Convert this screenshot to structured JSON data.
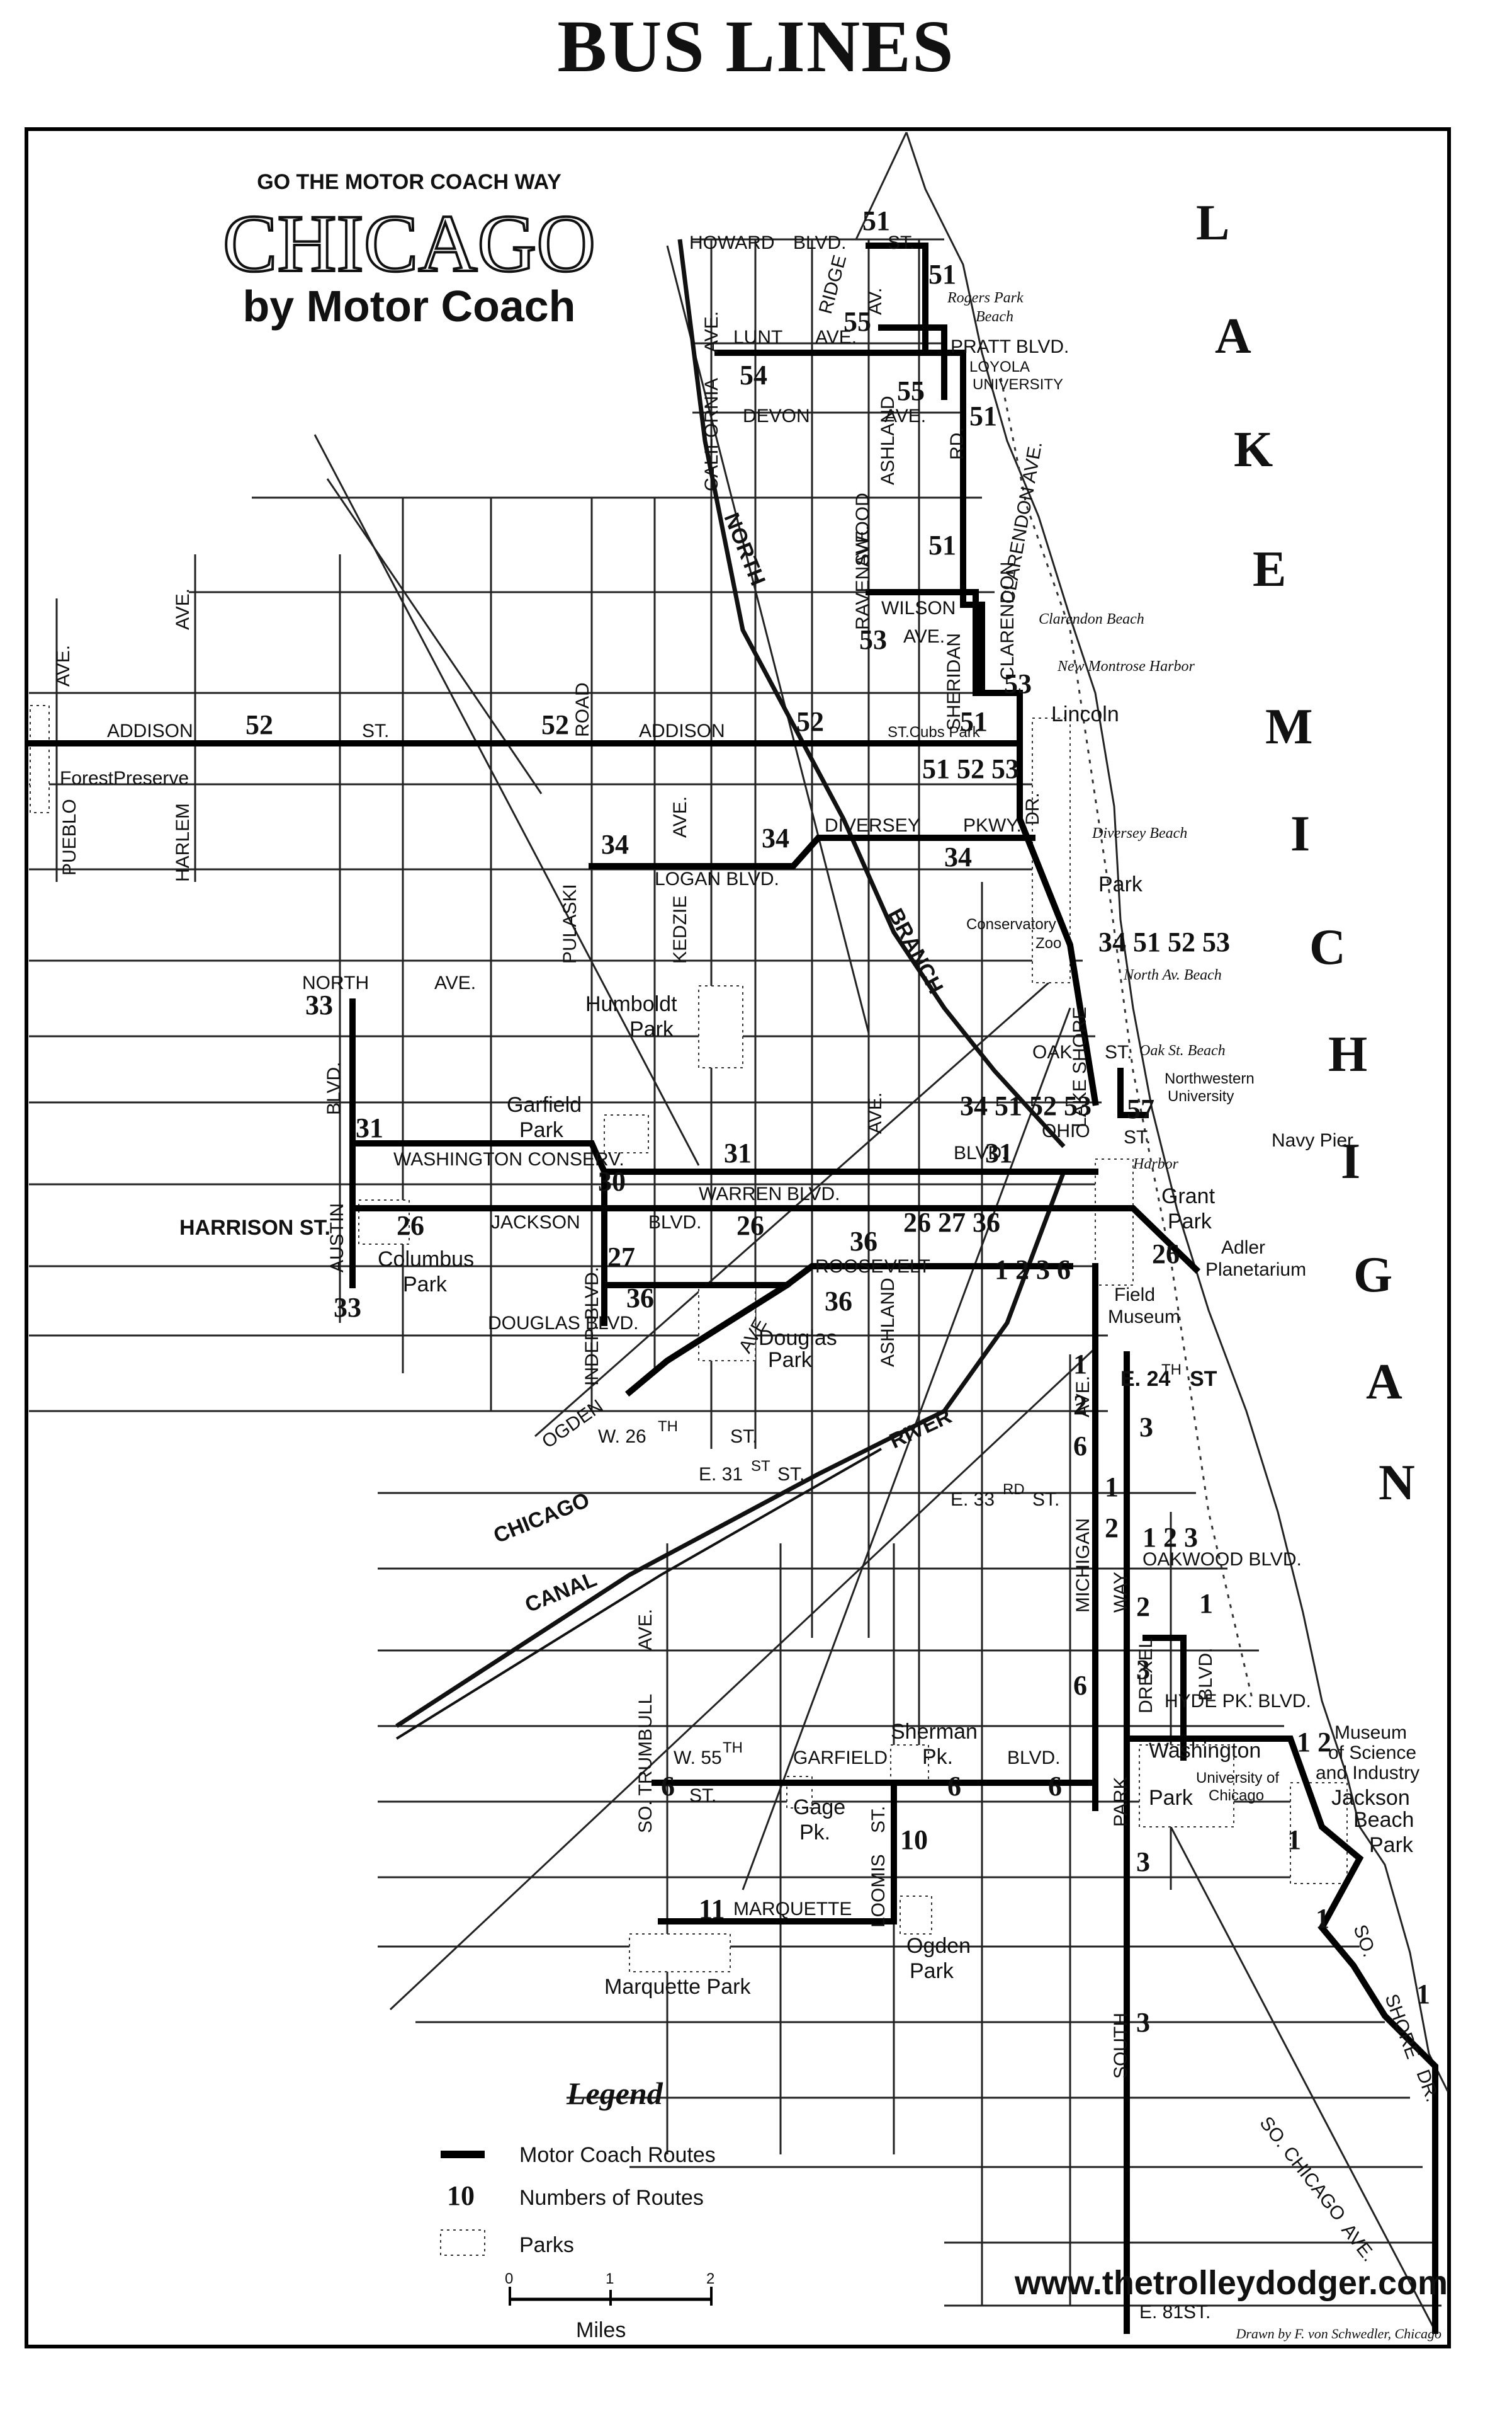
{
  "title": "BUS LINES",
  "header": {
    "tagline": "GO THE MOTOR COACH WAY",
    "city": "CHICAGO",
    "subtitle": "by Motor Coach"
  },
  "lake_letters": [
    "L",
    "A",
    "K",
    "E",
    "M",
    "I",
    "C",
    "H",
    "I",
    "G",
    "A",
    "N"
  ],
  "streets": {
    "howard": "HOWARD",
    "blvd_top": "BLVD.",
    "st_top": "ST.",
    "ridge": "RIDGE",
    "av": "AV.",
    "lunt": "LUNT",
    "lunt_ave": "AVE.",
    "pratt": "PRATT BLVD.",
    "loyola": "LOYOLA",
    "university": "UNIVERSITY",
    "devon": "DEVON",
    "devon_ave": "AVE.",
    "rd": "RD.",
    "california": "CALIFORNIA",
    "california_ave": "AVE.",
    "ashland_top": "ASHLAND",
    "north": "NORTH",
    "ravenswood": "RAVENSWOOD",
    "ravenswood_ave": "AVE.",
    "clarendon": "CLARENDON AVE.",
    "wilson": "WILSON",
    "wilson_ave": "AVE.",
    "sheridan": "SHERIDAN",
    "clarendon_mid": "CLARENDON",
    "addison": "ADDISON",
    "st": "ST.",
    "road": "ROAD",
    "st_cubs": "ST.Cubs Park",
    "pueblo": "PUEBLO",
    "pueblo_ave": "AVE.",
    "harlem": "HARLEM",
    "harlem_ave": "AVE.",
    "forest_preserve": "ForestPreserve",
    "diversey": "DIVERSEY",
    "pkwy": "PKWY.",
    "dr": "DR.",
    "logan": "LOGAN BLVD.",
    "pulaski": "PULASKI",
    "kedzie": "KEDZIE",
    "kedzie_ave": "AVE.",
    "branch": "BRANCH",
    "north_ave": "NORTH",
    "ave": "AVE.",
    "blvd": "BLVD.",
    "conservatory": "Conservatory",
    "zoo": "Zoo",
    "lake_shore": "LAKE SHORE",
    "oak": "OAK",
    "oak_st": "ST.",
    "ohio": "OHIO",
    "ohio_st": "ST.",
    "northwestern": "Northwestern",
    "northwestern_univ": "University",
    "navy_pier": "Navy Pier",
    "harbor": "Harbor",
    "washington_conserv": "WASHINGTON CONSERV.",
    "warren": "WARREN",
    "warren_blvd": "BLVD.",
    "harrison": "HARRISON ST.",
    "austin": "AUSTIN",
    "jackson": "JACKSON",
    "jackson_blvd": "BLVD.",
    "roosevelt_a": "ROOSE",
    "roosevelt_b": "VELT",
    "douglas_blvd": "DOUGLAS BLVD.",
    "indep": "INDEP. BLVD.",
    "ashland": "ASHLAND",
    "ave_diag": "AVE",
    "ogden": "OGDEN",
    "w26": "W. 26",
    "th": "TH",
    "st2": "ST.",
    "e31": "E. 31",
    "st_suffix": "ST",
    "st3": "ST.",
    "river": "RIVER",
    "chicago_canal_a": "CHICAGO",
    "chicago_canal_b": "CANAL",
    "e24": "E. 24",
    "e24_th": "TH",
    "e24_st": "ST",
    "e33": "E. 33",
    "rd_sup": "RD",
    "e33_st": "ST.",
    "michigan": "MICHIGAN",
    "michigan_ave": "AVE.",
    "way": "WAY",
    "oakwood": "OAKWOOD BLVD.",
    "drexel": "DREXEL",
    "drexel_blvd": "BLVD.",
    "hyde_park": "HYDE PK. BLVD.",
    "trumbull": "SO. TRUMBULL",
    "trumbull_ave": "AVE.",
    "w55": "W. 55",
    "w55_th": "TH",
    "garfield": "GARFIELD",
    "garfield_blvd": "BLVD.",
    "st55": "ST.",
    "loomis": "LOOMIS",
    "loomis_st": "ST.",
    "marquette": "MARQUETTE",
    "park_vert": "PARK",
    "south": "SOUTH",
    "e81": "E. 81",
    "e81_st": "ST.",
    "so": "SO.",
    "shore": "SHORE",
    "dr_end": "DR.",
    "so_chicago": "SO. CHICAGO",
    "so_chicago_ave": "AVE."
  },
  "places": {
    "rogers_park_beach_a": "Rogers Park",
    "rogers_park_beach_b": "Beach",
    "clarendon_beach": "Clarendon Beach",
    "new_montrose_harbor": "New Montrose Harbor",
    "lincoln": "Lincoln",
    "park_lincoln": "Park",
    "diversey_beach": "Diversey Beach",
    "north_av_beach": "North Av. Beach",
    "oak_st_beach": "Oak St. Beach",
    "humboldt_a": "Humboldt",
    "humboldt_b": "Park",
    "garfield_a": "Garfield",
    "garfield_b": "Park",
    "grant_a": "Grant",
    "grant_b": "Park",
    "adler_a": "Adler",
    "adler_b": "Planetarium",
    "field_a": "Field",
    "field_b": "Museum",
    "columbus_a": "Columbus",
    "columbus_b": "Park",
    "douglas_a": "Douglas",
    "douglas_b": "Park",
    "sherman_a": "Sherman",
    "sherman_b": "Pk.",
    "gage_a": "Gage",
    "gage_b": "Pk.",
    "washington_a": "Washington",
    "washington_b": "Park",
    "uchicago_a": "University of",
    "uchicago_b": "Chicago",
    "museum_a": "Museum",
    "museum_b": "of Science",
    "museum_c": "and Industry",
    "jackson_a": "Jackson",
    "jackson_b": "Beach",
    "jackson_c": "Park",
    "ogden_park_a": "Ogden",
    "ogden_park_b": "Park",
    "marquette_park": "Marquette Park"
  },
  "route_numbers": {
    "r51_top": "51",
    "r51_b": "51",
    "r55_a": "55",
    "r54": "54",
    "r55_b": "55",
    "r51_c": "51",
    "r51_d": "51",
    "r53_a": "53",
    "r53_b": "53",
    "r51_e": "51",
    "r52_a": "52",
    "r52_b": "52",
    "r52_c": "52",
    "r51_52_53": "51 52 53",
    "r34_a": "34",
    "r34_b": "34",
    "r34_c": "34",
    "r34_51_52_53": "34 51 52 53",
    "r33_a": "33",
    "r33_b": "33",
    "r31_a": "31",
    "r31_b": "31",
    "r31_c": "31",
    "r30": "30",
    "r34_51_52_53_b": "34 51 52 53",
    "r57": "57",
    "r26_a": "26",
    "r26_b": "26",
    "r26_27_36": "26 27 36",
    "r26_c": "26",
    "r27": "27",
    "r36_a": "36",
    "r36_b": "36",
    "r36_c": "36",
    "r1_2_3_6": "1 2 3 6",
    "r1_a": "1",
    "r2_a": "2",
    "r3_a": "3",
    "r6_a": "6",
    "r1_b": "1",
    "r2_b": "2",
    "r1_2_3": "1 2 3",
    "r2_c": "2",
    "r1_c": "1",
    "r3_b": "3",
    "r6_b": "6",
    "r1_2": "1 2",
    "r6_c": "6",
    "r6_d": "6",
    "r6_e": "6",
    "r10": "10",
    "r11": "11",
    "r3_c": "3",
    "r1_d": "1",
    "r1_e": "1",
    "r3_d": "3",
    "r1_f": "1"
  },
  "legend": {
    "title": "Legend",
    "items": [
      {
        "symbol": "line",
        "label": "Motor Coach Routes"
      },
      {
        "symbol": "number",
        "sample": "10",
        "label": "Numbers of Routes"
      },
      {
        "symbol": "park",
        "label": "Parks"
      }
    ],
    "scale": {
      "ticks": [
        "0",
        "1",
        "2"
      ],
      "unit": "Miles"
    }
  },
  "watermark": "www.thetrolleydodger.com",
  "credit": "Drawn by F. von Schwedler, Chicago"
}
